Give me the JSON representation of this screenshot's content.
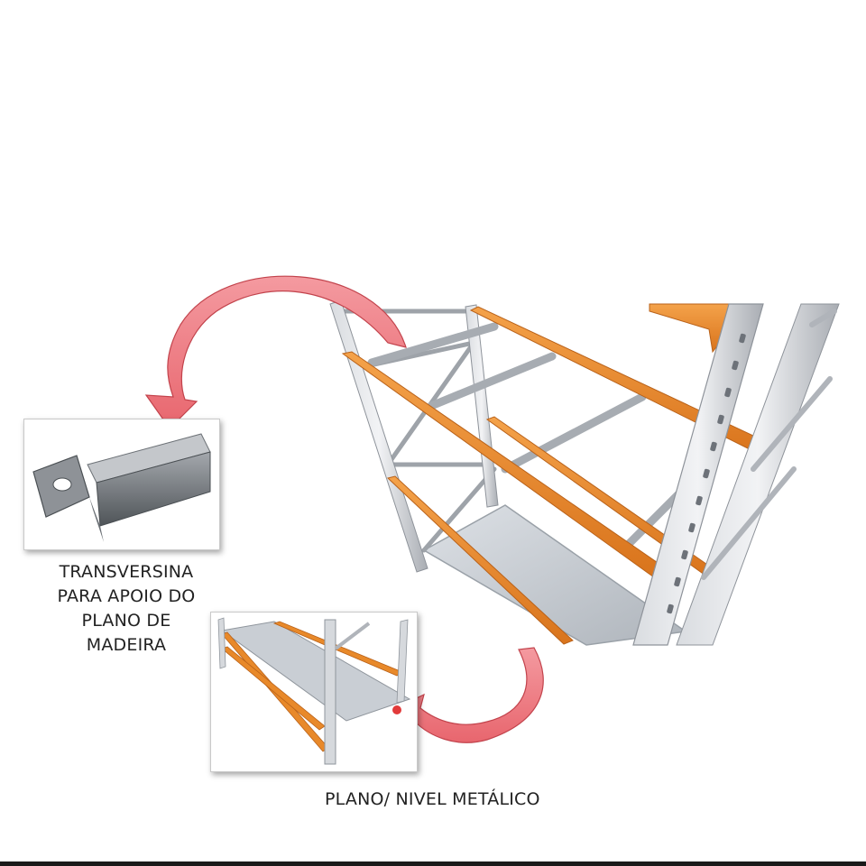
{
  "labels": {
    "transversina": [
      "TRANSVERSINA",
      "PARA APOIO DO",
      "PLANO DE",
      "MADEIRA"
    ],
    "plano_metalico": "PLANO/ NIVEL METÁLICO"
  },
  "colors": {
    "upright_grey": "#b8bcc2",
    "beam_orange": "#e8892a",
    "arrow_pink": "#f07e84",
    "deck_grey": "#c7ccd2"
  }
}
